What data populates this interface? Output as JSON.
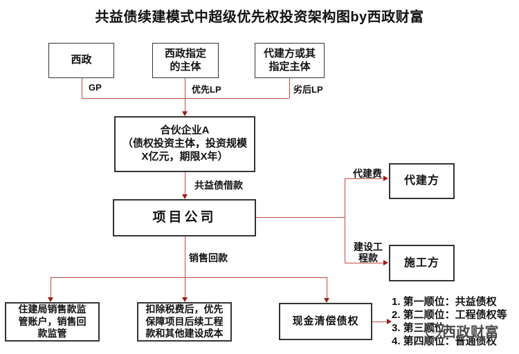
{
  "title": "共益债续建模式中超级优先权投资架构图by西政财富",
  "colors": {
    "line_red": "#c14a42",
    "arrow_red": "#9a1f1a",
    "box_border": "#333333",
    "text": "#111111",
    "watermark_gray": "#3c3c3c"
  },
  "nodes": {
    "xizheng": {
      "label": "西政"
    },
    "xizheng_entity": {
      "lines": [
        "西政指定",
        "的主体"
      ]
    },
    "daijian_entity": {
      "lines": [
        "代建方或其",
        "指定主体"
      ]
    },
    "partnership": {
      "lines": [
        "合伙企业A",
        "（债权投资主体，投资规模",
        "X亿元，期限X年）"
      ]
    },
    "project_company": {
      "label": "项目公司"
    },
    "daijianfang": {
      "label": "代建方"
    },
    "shigongfang": {
      "label": "施工方"
    },
    "zhujianju": {
      "lines": [
        "住建局销售款监",
        "管账户，销售回",
        "款监管"
      ]
    },
    "tax_deduction": {
      "lines": [
        "扣除税费后，优先",
        "保障项目后续工程",
        "款和其他建设成本"
      ]
    },
    "cash_repayment": {
      "label": "现金清偿债权"
    }
  },
  "edge_labels": {
    "gp": "GP",
    "senior_lp": "优先LP",
    "junior_lp": "劣后LP",
    "gongyi_debt_loan": "共益债借款",
    "sales_return": "销售回款",
    "agency_fee": "代建费",
    "construction_fee_lines": [
      "建设工",
      "程款"
    ]
  },
  "priority_list": {
    "items": [
      "1. 第一顺位：共益债权",
      "2. 第二顺位：工程债权等",
      "3. 第三顺位：",
      "4. 第四顺位：普通债权"
    ]
  },
  "watermark": {
    "logo_glyph": "✳",
    "text": "西政财富"
  }
}
